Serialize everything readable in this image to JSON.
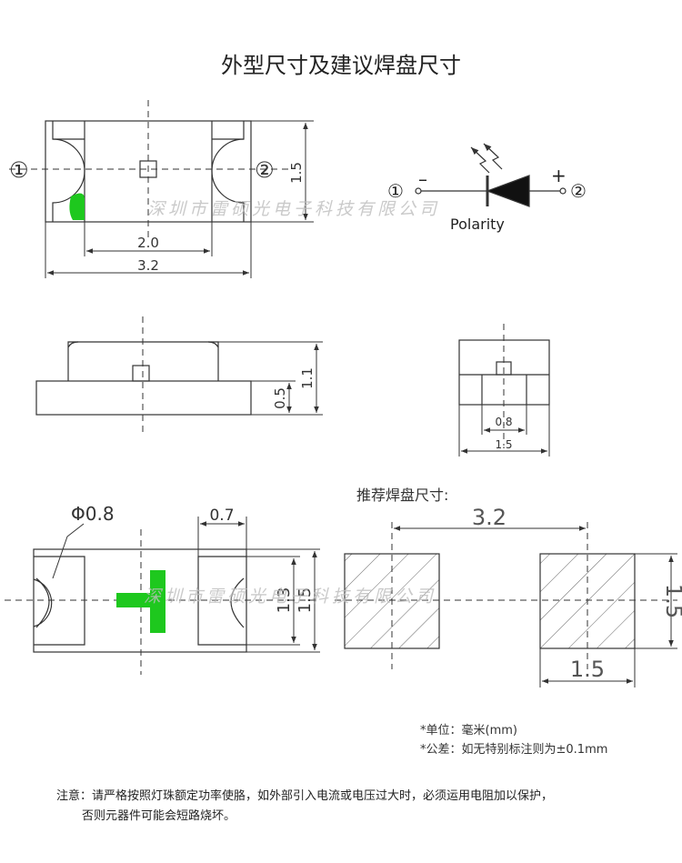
{
  "title": "外型尺寸及建议焊盘尺寸",
  "watermark": "深圳市雷硕光电子科技有限公司",
  "top_view": {
    "pin1": "①",
    "pin2": "②",
    "dim_height": "1.5",
    "dim_inner": "2.0",
    "dim_length": "3.2"
  },
  "polarity": {
    "label": "Polarity",
    "pin1": "①",
    "pin2": "②",
    "minus": "–",
    "plus": "+"
  },
  "side_view": {
    "dim_base": "0.5",
    "dim_total": "1.1"
  },
  "end_view": {
    "dim_inner": "0.8",
    "dim_width": "1.5"
  },
  "bottom_view": {
    "dim_hole": "Φ0.8",
    "dim_pad": "0.7",
    "dim_inner": "1.3",
    "dim_outer": "1.5"
  },
  "pads": {
    "heading": "推荐焊盘尺寸:",
    "dim_pitch": "3.2",
    "dim_pad_width": "1.5",
    "dim_pad_height": "1.5"
  },
  "notes": {
    "unit": "*单位：毫米(mm)",
    "tolerance": "*公差：如无特别标注则为±0.1mm",
    "warning_line1": "注意：请严格按照灯珠额定功率使胳，如外部引入电流或电压过大时，必须运用电阻加以保护，",
    "warning_line2": "否则元器件可能会短路烧坏。"
  },
  "colors": {
    "line": "#333333",
    "green": "#1ec81e"
  }
}
